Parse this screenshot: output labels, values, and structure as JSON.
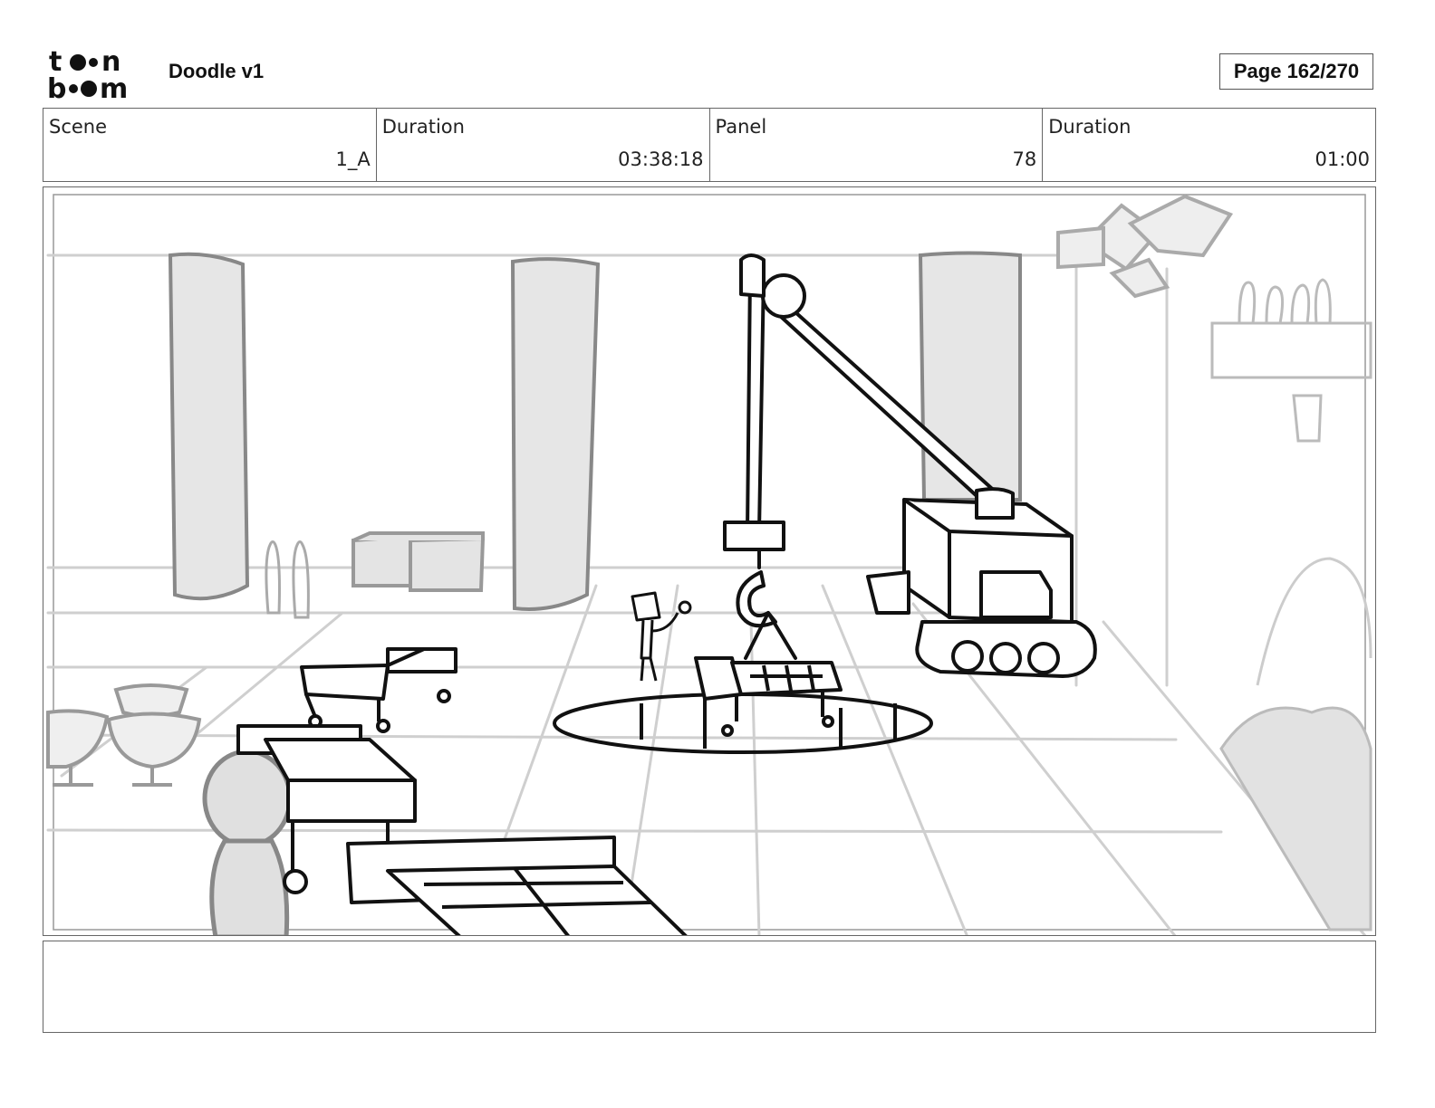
{
  "header": {
    "logo_text": "toon boom",
    "project_title": "Doodle v1",
    "page_label": "Page 162/270"
  },
  "info": [
    {
      "label": "Scene",
      "value": "1_A"
    },
    {
      "label": "Duration",
      "value": "03:38:18"
    },
    {
      "label": "Panel",
      "value": "78"
    },
    {
      "label": "Duration",
      "value": "01:00"
    }
  ],
  "notes": {
    "text": ""
  }
}
